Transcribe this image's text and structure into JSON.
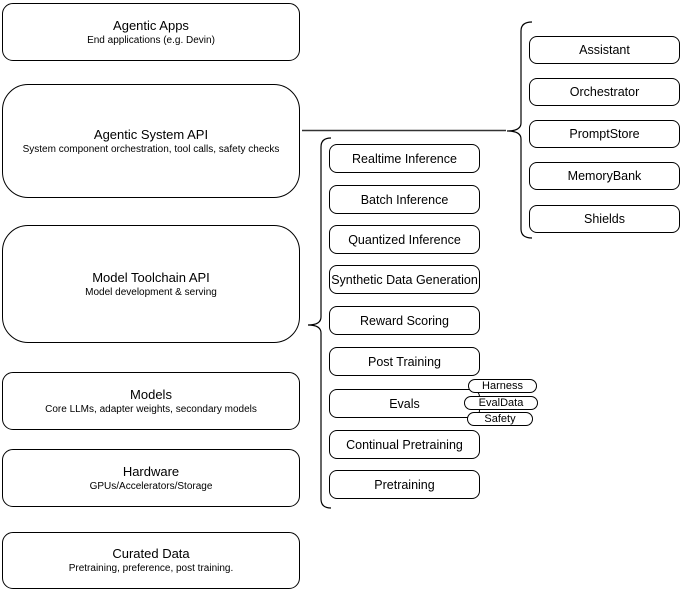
{
  "diagram": {
    "left_stack": {
      "items": [
        {
          "title": "Agentic Apps",
          "subtitle": "End applications (e.g. Devin)"
        },
        {
          "title": "Agentic System API",
          "subtitle": "System component orchestration, tool calls, safety checks"
        },
        {
          "title": "Model Toolchain API",
          "subtitle": "Model development & serving"
        },
        {
          "title": "Models",
          "subtitle": "Core LLMs, adapter weights, secondary models"
        },
        {
          "title": "Hardware",
          "subtitle": "GPUs/Accelerators/Storage"
        },
        {
          "title": "Curated Data",
          "subtitle": "Pretraining, preference, post training."
        }
      ]
    },
    "toolchain_group": {
      "items": [
        {
          "label": "Realtime Inference"
        },
        {
          "label": "Batch Inference"
        },
        {
          "label": "Quantized Inference"
        },
        {
          "label": "Synthetic Data Generation"
        },
        {
          "label": "Reward Scoring"
        },
        {
          "label": "Post Training"
        },
        {
          "label": "Evals"
        },
        {
          "label": "Continual Pretraining"
        },
        {
          "label": "Pretraining"
        }
      ],
      "eval_tags": [
        {
          "label": "Harness"
        },
        {
          "label": "EvalData"
        },
        {
          "label": "Safety"
        }
      ]
    },
    "system_group": {
      "items": [
        {
          "label": "Assistant"
        },
        {
          "label": "Orchestrator"
        },
        {
          "label": "PromptStore"
        },
        {
          "label": "MemoryBank"
        },
        {
          "label": "Shields"
        }
      ]
    },
    "colors": {
      "stroke": "#000000",
      "connector": "#333333",
      "background": "#ffffff"
    }
  }
}
